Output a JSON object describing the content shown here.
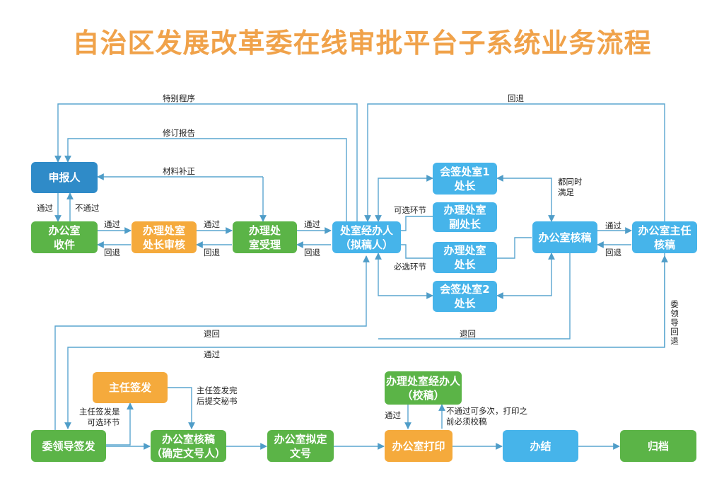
{
  "title": "自治区发展改革委在线审批平台子系统业务流程",
  "colors": {
    "green": "#5bb447",
    "orange": "#f5aa3c",
    "light_blue": "#46b4ea",
    "dark_blue": "#2f8bc8",
    "line": "#5aa6cf",
    "title": "#f0a24a"
  },
  "nodes": {
    "applicant": "申报人",
    "office_receive": "办公室\n收件",
    "section_chief_review": "办理处室\n处长审核",
    "section_accept": "办理处\n室受理",
    "handler_draft": "处室经办人\n（拟稿人）",
    "cosign1": "会签处室1\n处长",
    "deputy_chief": "办理处室\n副处长",
    "section_chief": "办理处室\n处长",
    "cosign2": "会签处室2\n处长",
    "office_check": "办公室核稿",
    "office_director_check": "办公室主任\n核稿",
    "director_sign": "主任签发",
    "leader_sign": "委领导签发",
    "office_check_number": "办公室核稿\n（确定文号人）",
    "office_assign_number": "办公室拟定\n文号",
    "handler_proofread": "办理处室经办人\n（校稿）",
    "office_print": "办公室打印",
    "completed": "办结",
    "archive": "归档"
  },
  "labels": {
    "special_procedure": "特别程序",
    "revise_report": "修订报告",
    "supplement_material": "材料补正",
    "return_top": "回退",
    "pass": "通过",
    "not_pass": "不通过",
    "return": "回退",
    "optional_step": "可选环节",
    "required_step": "必选环节",
    "all_satisfied": "都同时\n满足",
    "return_back": "退回",
    "leader_return": "委\n领\n导\n回\n退",
    "director_sign_optional": "主任签发是\n可选环节",
    "director_sign_submit": "主任签发完\n后提交秘书",
    "multi_fail_note": "不通过可多次，打印之\n前必须校稿"
  }
}
